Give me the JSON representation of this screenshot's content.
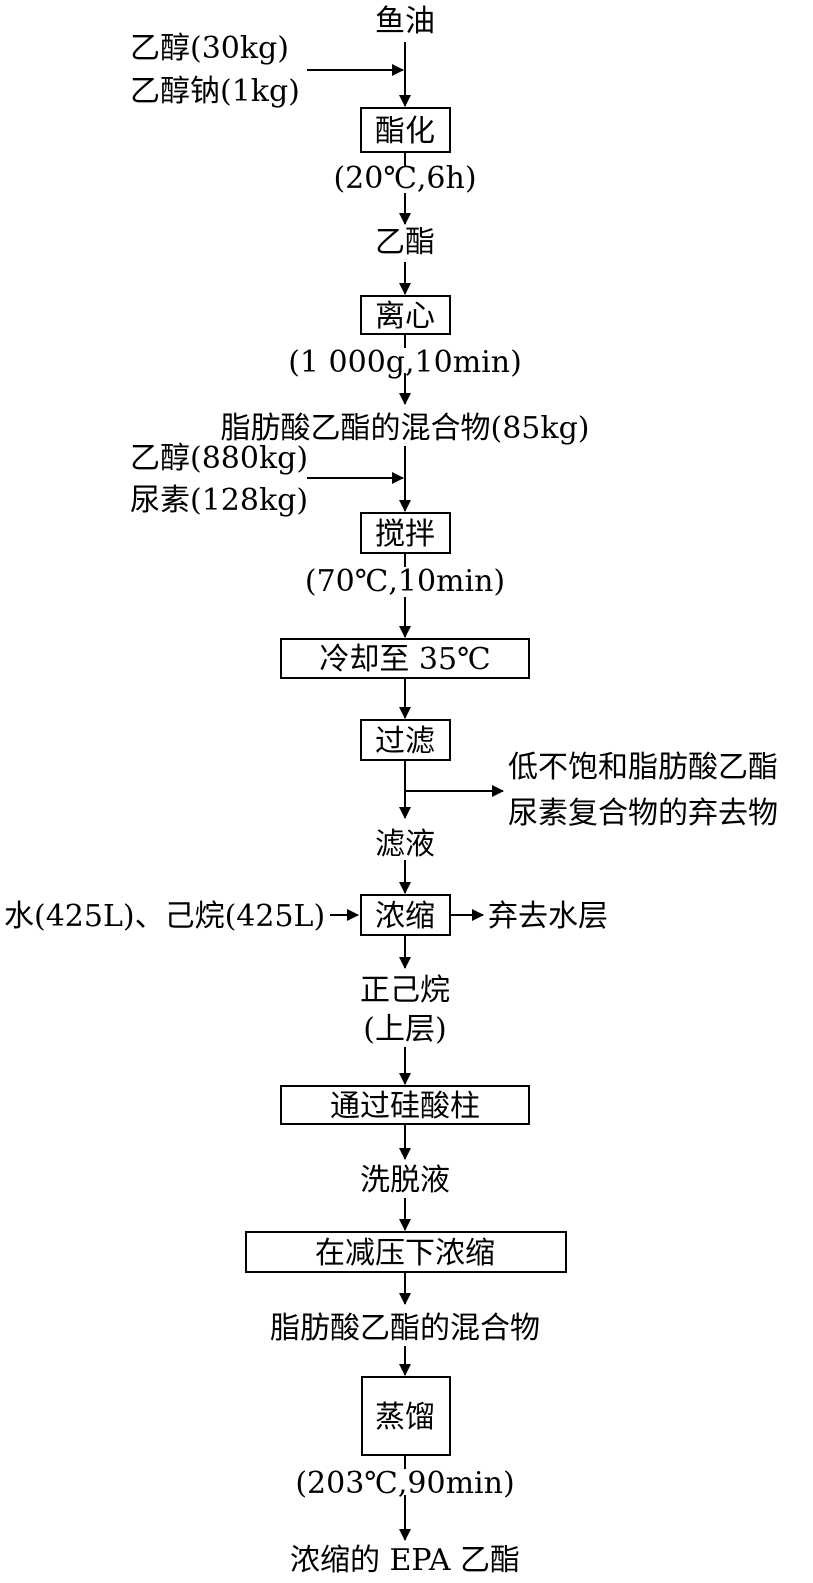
{
  "flow": {
    "fish_oil": "鱼油",
    "ethanol_30": "乙醇(30kg)",
    "sodium_ethoxide": "乙醇钠(1kg)",
    "esterify": "酯化",
    "esterify_cond": "(20℃,6h)",
    "ethyl_ester": "乙酯",
    "centrifuge": "离心",
    "centrifuge_cond": "(1 000g,10min)",
    "fa_ester_mix_85": "脂肪酸乙酯的混合物(85kg)",
    "ethanol_880": "乙醇(880kg)",
    "urea_128": "尿素(128kg)",
    "stir": "搅拌",
    "stir_cond": "(70℃,10min)",
    "cool": "冷却至 35℃",
    "filter": "过滤",
    "waste_line1": "低不饱和脂肪酸乙酯",
    "waste_line2": "尿素复合物的弃去物",
    "filtrate": "滤液",
    "water_hexane": "水(425L)、己烷(425L)",
    "concentrate": "浓缩",
    "discard_water": "弃去水层",
    "n_hexane": "正己烷",
    "upper_layer": "(上层)",
    "silica_column": "通过硅酸柱",
    "eluate": "洗脱液",
    "reduced_pressure": "在减压下浓缩",
    "fa_ester_mix": "脂肪酸乙酯的混合物",
    "distill": "蒸馏",
    "distill_cond": "(203℃,90min)",
    "epa_product": "浓缩的 EPA 乙酯"
  }
}
